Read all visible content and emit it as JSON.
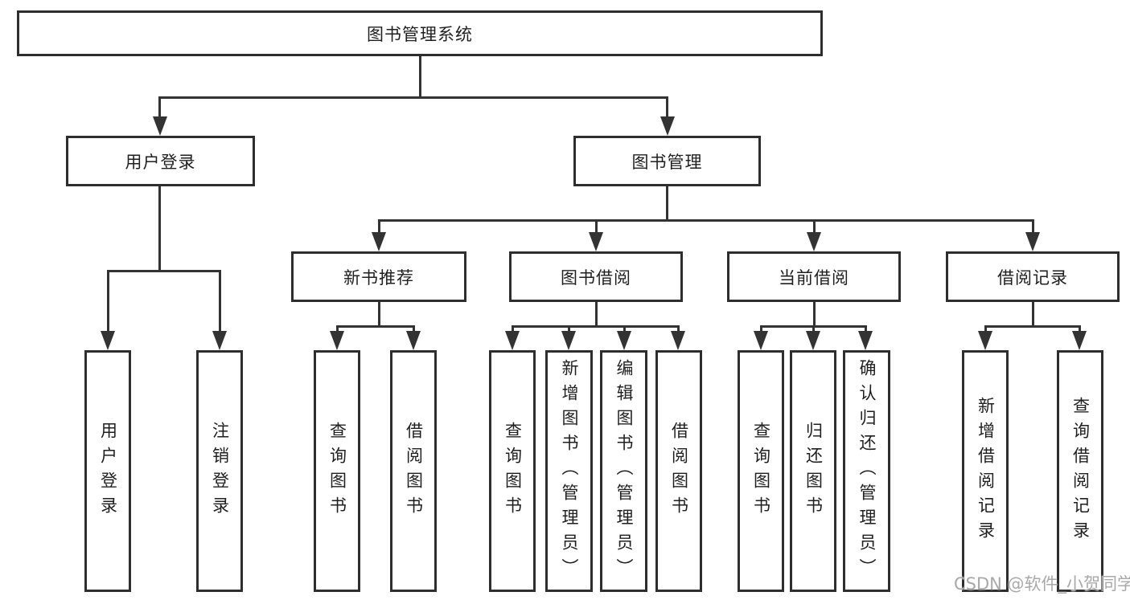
{
  "nodes": {
    "root": "图书管理系统",
    "level2": [
      "用户登录",
      "图书管理"
    ],
    "level3": [
      "新书推荐",
      "图书借阅",
      "当前借阅",
      "借阅记录"
    ],
    "leaves": {
      "user_login": [
        "用户登录",
        "注销登录"
      ],
      "new_books": [
        "查询图书",
        "借阅图书"
      ],
      "borrow": [
        "查询图书",
        "新增图书（管理员）",
        "编辑图书（管理员）",
        "借阅图书"
      ],
      "current": [
        "查询图书",
        "归还图书",
        "确认归还（管理员）"
      ],
      "records": [
        "新增借阅记录",
        "查询借阅记录"
      ]
    }
  },
  "watermark": "CSDN @软件_小贺同学",
  "colors": {
    "line": "#333333",
    "box_border": "#2e2e2e",
    "text": "#1f1f1f",
    "watermark_text": "#a9a9a9",
    "background": "#ffffff"
  }
}
